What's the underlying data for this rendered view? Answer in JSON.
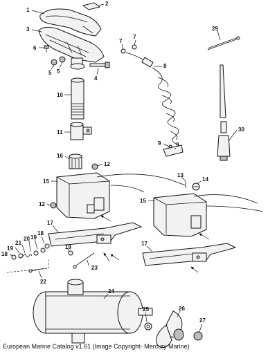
{
  "caption": "European Marine Catalog v1.61 (Image Copyright- Mercury Marine)",
  "callouts": [
    "1",
    "2",
    "3",
    "4",
    "5",
    "5",
    "6",
    "7",
    "7",
    "8",
    "9",
    "9",
    "10",
    "11",
    "12",
    "12",
    "13",
    "14",
    "15",
    "15",
    "16",
    "17",
    "17",
    "18",
    "18",
    "19",
    "19",
    "19",
    "20",
    "21",
    "22",
    "23",
    "24",
    "25",
    "26",
    "27",
    "29",
    "30"
  ]
}
